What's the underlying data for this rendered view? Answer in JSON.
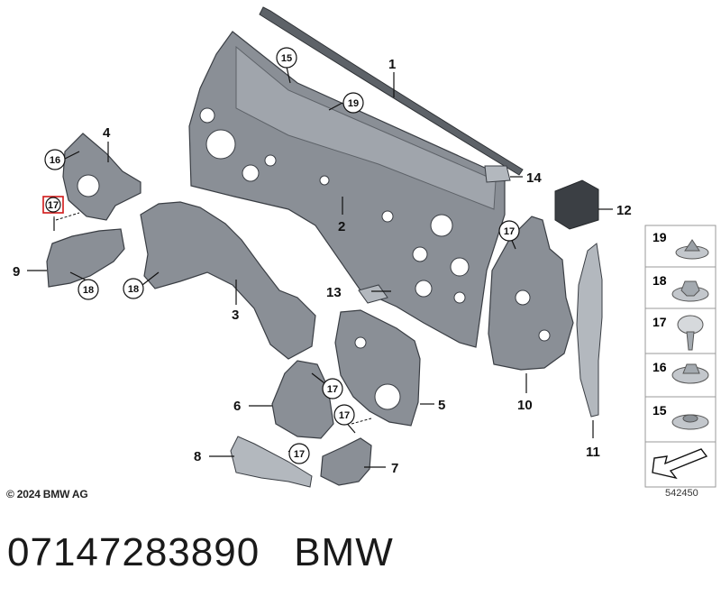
{
  "callouts": [
    "1",
    "2",
    "3",
    "4",
    "5",
    "6",
    "7",
    "8",
    "9",
    "10",
    "11",
    "12",
    "13",
    "14"
  ],
  "circled": {
    "c15": "15",
    "c19": "19",
    "c16": "16",
    "c17a": "17",
    "c18a": "18",
    "c18b": "18",
    "c17b": "17",
    "c17c": "17",
    "c17d": "17",
    "c17e": "17"
  },
  "fasteners": [
    "19",
    "18",
    "17",
    "16",
    "15"
  ],
  "copyright": "© 2024 BMW AG",
  "diagram_id": "542450",
  "footer": {
    "part_number": "07147283890",
    "brand": "BMW"
  }
}
